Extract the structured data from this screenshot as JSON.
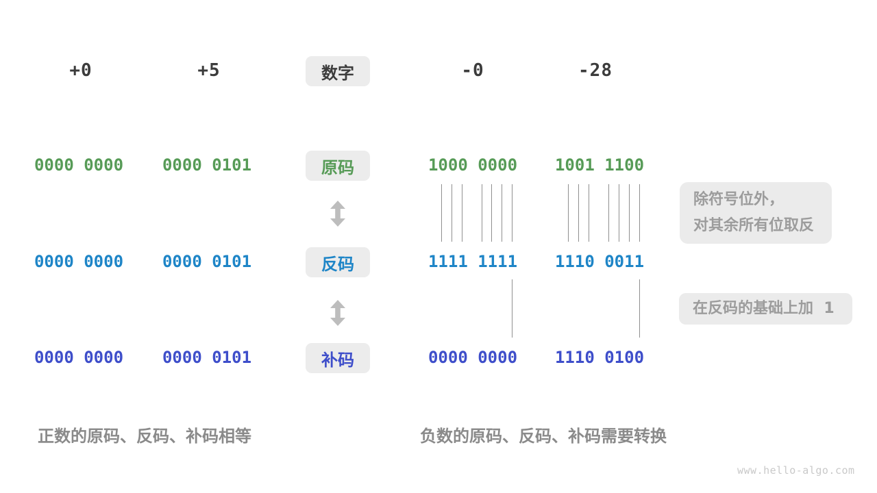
{
  "page": {
    "watermark": "www.hello-algo.com"
  },
  "colors": {
    "sign_magnitude_green": "#579b57",
    "ones_complement_blue": "#1e85c7",
    "twos_complement_indigo": "#3e4eca",
    "tag_background": "#ececec",
    "note_background": "#ebebeb",
    "note_text": "#9c9c9c",
    "caption_text": "#8a8a8a",
    "arrow_gray": "#bdbdbd"
  },
  "header": {
    "label": "数字",
    "columns": [
      "+0",
      "+5",
      "-0",
      "-28"
    ]
  },
  "rows": [
    {
      "label": "原码",
      "values": [
        "0000 0000",
        "0000 0101",
        "1000 0000",
        "1001 1100"
      ]
    },
    {
      "label": "反码",
      "values": [
        "0000 0000",
        "0000 0101",
        "1111 1111",
        "1110 0011"
      ]
    },
    {
      "label": "补码",
      "values": [
        "0000 0000",
        "0000 0101",
        "0000 0000",
        "1110 0100"
      ]
    }
  ],
  "annotations": {
    "invert_line1": "除符号位外，",
    "invert_line2": "对其余所有位取反",
    "add_one": "在反码的基础上加  1"
  },
  "captions": {
    "positive": "正数的原码、反码、补码相等",
    "negative": "负数的原码、反码、补码需要转换"
  }
}
